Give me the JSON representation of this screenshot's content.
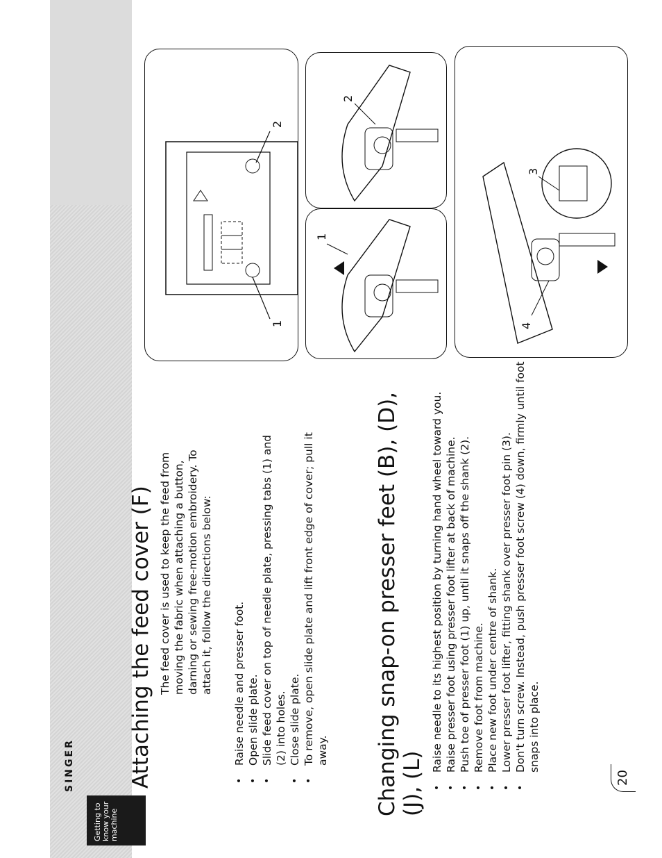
{
  "header": {
    "brand": "SINGER",
    "tab_lines": [
      "Getting to",
      "know your",
      "machine"
    ]
  },
  "section1": {
    "title": "Attaching the feed cover (F)",
    "intro": "The feed cover is used to keep the feed from moving the fabric when attaching a button, darning or sewing free-motion embroidery. To attach it, follow the directions below:",
    "steps": [
      "Raise needle and presser foot.",
      "Open slide plate.",
      "Slide feed cover on top of needle plate, pressing tabs (1) and (2) into holes.",
      "Close slide plate.",
      "To remove, open slide plate and lift front edge of cover; pull it away."
    ]
  },
  "section2": {
    "title": "Changing snap-on presser feet (B), (D), (J), (L)",
    "steps": [
      "Raise needle to its highest position by turning hand wheel toward you.",
      "Raise presser foot using presser foot lifter at back of machine.",
      "Push toe of presser foot (1) up, until it snaps off the shank (2).",
      "Remove foot from machine.",
      "Place new foot under centre of shank.",
      "Lower presser foot lifter, fitting shank over presser foot pin (3).",
      "Don't turn screw. Instead, push presser foot screw (4) down, firmly until foot snaps into place."
    ]
  },
  "figures": {
    "feed_cover_labels": [
      "1",
      "2"
    ],
    "snap_off_label": "1",
    "shank_label": "2",
    "pin_label": "3",
    "screw_label": "4"
  },
  "page_number": "20"
}
